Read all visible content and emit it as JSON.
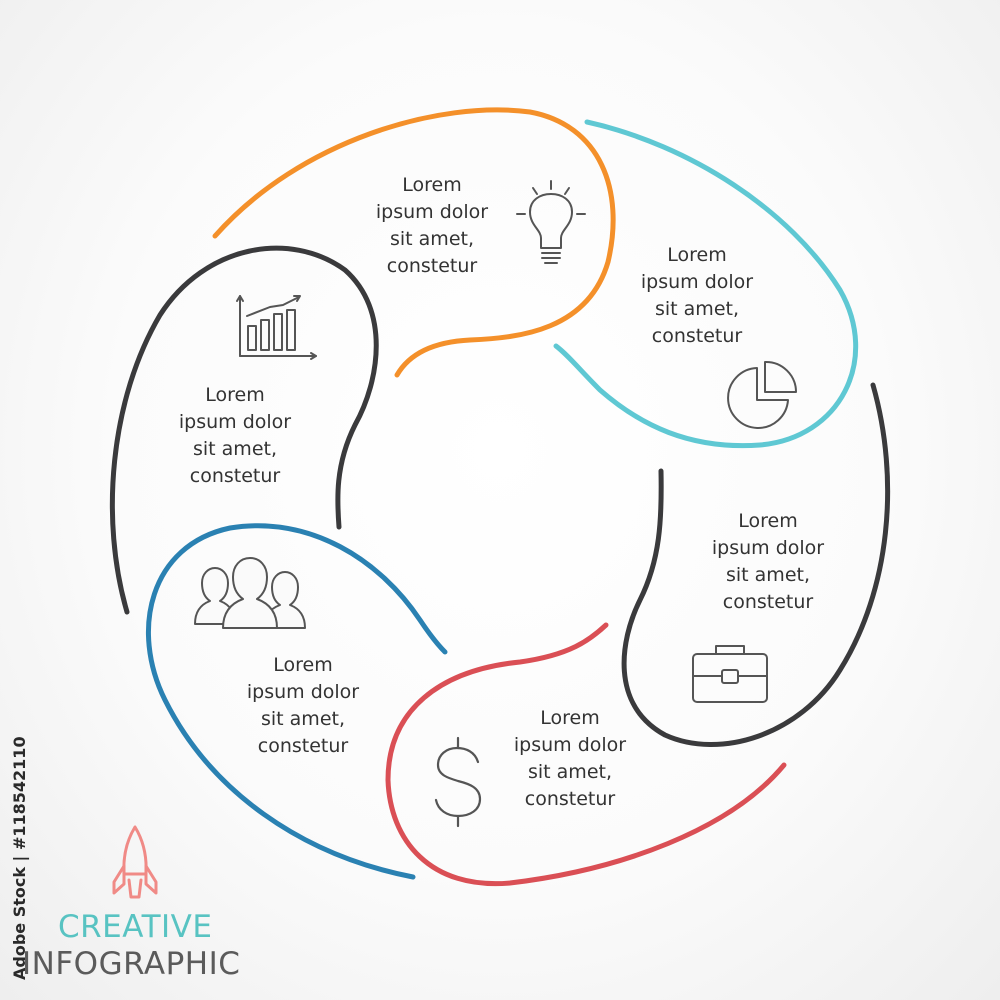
{
  "colors": {
    "orange": "#f4902a",
    "teal": "#5fc8d3",
    "dark": "#3a3a3c",
    "blue": "#2a81b2",
    "red": "#da4f55",
    "icon": "#555555",
    "brand_top": "#58c3c2",
    "brand_bottom": "#5b5b5b",
    "rocket": "#f08a86"
  },
  "segments": [
    {
      "id": "orange",
      "icon": "lightbulb-icon",
      "text": {
        "l1": "Lorem",
        "l2": "ipsum dolor",
        "l3": "sit amet,",
        "l4": "constetur"
      }
    },
    {
      "id": "teal",
      "icon": "pie-chart-icon",
      "text": {
        "l1": "Lorem",
        "l2": "ipsum dolor",
        "l3": "sit amet,",
        "l4": "constetur"
      }
    },
    {
      "id": "dark-right",
      "icon": "briefcase-icon",
      "text": {
        "l1": "Lorem",
        "l2": "ipsum dolor",
        "l3": "sit amet,",
        "l4": "constetur"
      }
    },
    {
      "id": "red",
      "icon": "dollar-icon",
      "text": {
        "l1": "Lorem",
        "l2": "ipsum dolor",
        "l3": "sit amet,",
        "l4": "constetur"
      }
    },
    {
      "id": "blue",
      "icon": "people-icon",
      "text": {
        "l1": "Lorem",
        "l2": "ipsum dolor",
        "l3": "sit amet,",
        "l4": "constetur"
      }
    },
    {
      "id": "dark-left",
      "icon": "bar-chart-icon",
      "text": {
        "l1": "Lorem",
        "l2": "ipsum dolor",
        "l3": "sit amet,",
        "l4": "constetur"
      }
    }
  ],
  "brand": {
    "line1": "CREATIVE",
    "line2": "INFOGRAPHIC",
    "icon": "rocket-icon"
  },
  "stock_id": "Adobe Stock | #118542110"
}
